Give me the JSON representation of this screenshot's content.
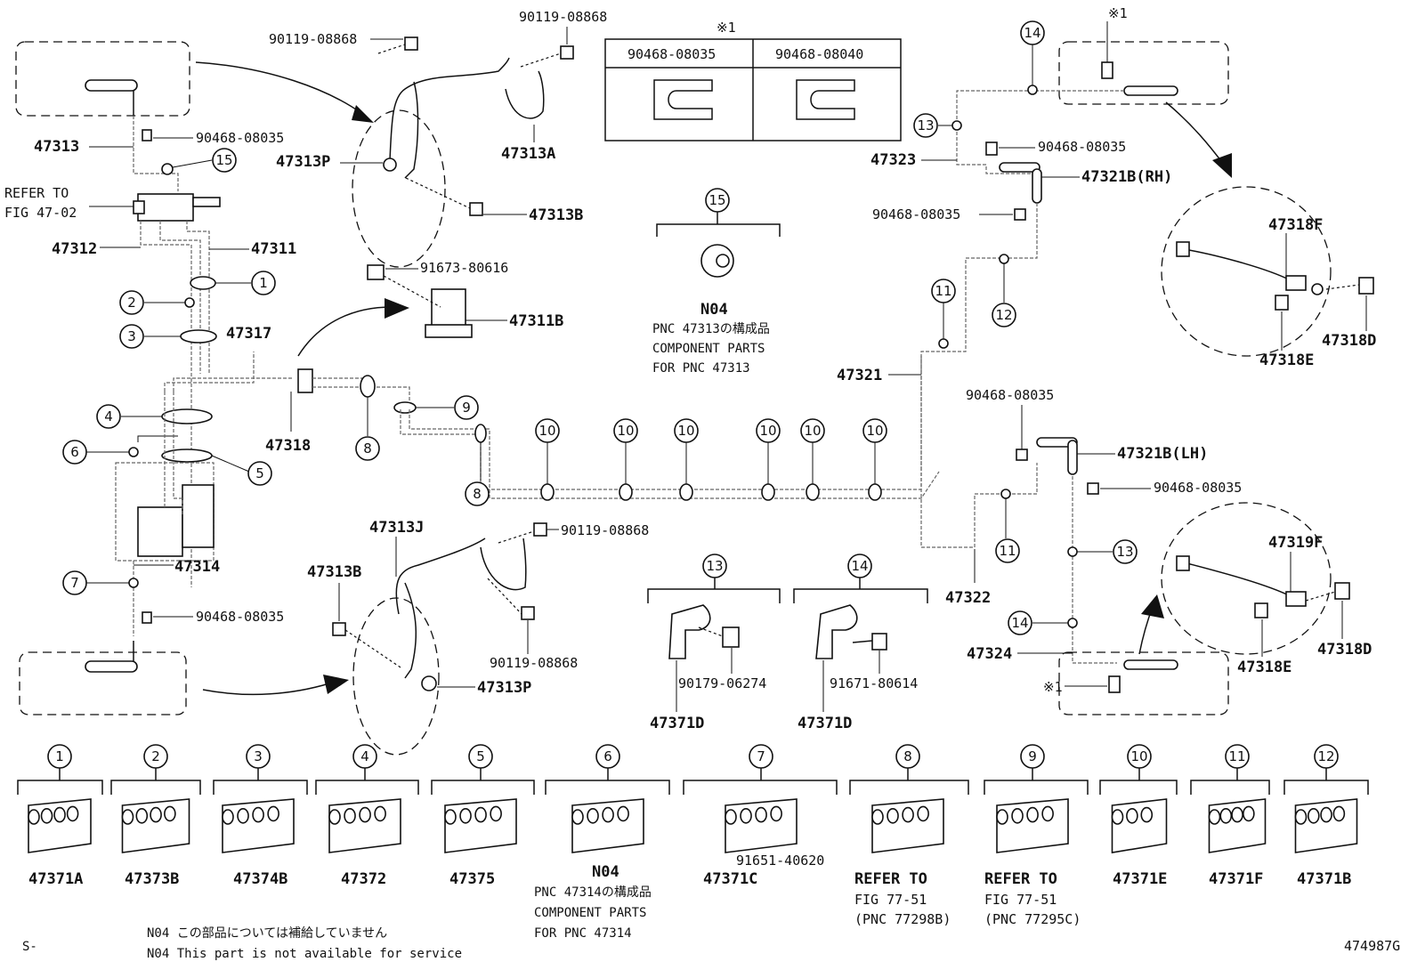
{
  "parts": {
    "p90119_08868_a": "90119-08868",
    "p90119_08868_b": "90119-08868",
    "p47313A": "47313A",
    "p47313P_top": "47313P",
    "p47313B_top": "47313B",
    "p47313": "47313",
    "p90468_08035_l1": "90468-08035",
    "refer_fig_47_02_line1": "REFER TO",
    "refer_fig_47_02_line2": "FIG 47-02",
    "p47312": "47312",
    "p47311": "47311",
    "p91673_80616": "91673-80616",
    "p47311B": "47311B",
    "p47317": "47317",
    "p47318": "47318",
    "p47314": "47314",
    "p90468_08035_l2": "90468-08035",
    "p47313J": "47313J",
    "p47313B_bot": "47313B",
    "p90119_08868_c": "90119-08868",
    "p90119_08868_d": "90119-08868",
    "p47313P_bot": "47313P",
    "p47323": "47323",
    "p90468_08035_r1": "90468-08035",
    "p47321B_RH": "47321B(RH)",
    "p90468_08035_r2": "90468-08035",
    "p47318F": "47318F",
    "p47318D_top": "47318D",
    "p47318E_top": "47318E",
    "p47321": "47321",
    "p90468_08035_r3": "90468-08035",
    "p47321B_LH": "47321B(LH)",
    "p90468_08035_r4": "90468-08035",
    "p47322": "47322",
    "p47324": "47324",
    "p47319F": "47319F",
    "p47318E_bot": "47318E",
    "p47318D_bot": "47318D",
    "p90179_06274": "90179-06274",
    "p91671_80614": "91671-80614",
    "p47371D_a": "47371D",
    "p47371D_b": "47371D",
    "asterisk_top": "※1",
    "asterisk_right_top": "※1",
    "asterisk_right_bottom": "※1"
  },
  "table": {
    "header_note": "※1",
    "col1": "90468-08035",
    "col2": "90468-08040"
  },
  "callout15": {
    "num": "15",
    "code": "N04",
    "line1": "PNC 47313の構成品",
    "line2": "COMPONENT PARTS",
    "line3": "FOR PNC 47313"
  },
  "callouts": {
    "c1": "1",
    "c2": "2",
    "c3": "3",
    "c4": "4",
    "c5": "5",
    "c6": "6",
    "c7": "7",
    "c8": "8",
    "c9": "9",
    "c10": "10",
    "c11": "11",
    "c12": "12",
    "c13": "13",
    "c14": "14",
    "c15": "15"
  },
  "bottom_row": [
    {
      "num": "1",
      "part": "47371A"
    },
    {
      "num": "2",
      "part": "47373B"
    },
    {
      "num": "3",
      "part": "47374B"
    },
    {
      "num": "4",
      "part": "47372"
    },
    {
      "num": "5",
      "part": "47375"
    },
    {
      "num": "6",
      "part": "N04"
    },
    {
      "num": "7",
      "part": "47371C"
    },
    {
      "num": "8",
      "part": "REFER TO"
    },
    {
      "num": "9",
      "part": "REFER TO"
    },
    {
      "num": "10",
      "part": "47371E"
    },
    {
      "num": "11",
      "part": "47371F"
    },
    {
      "num": "12",
      "part": "47371B"
    }
  ],
  "bottom_extra": {
    "p91651_40620": "91651-40620",
    "n04_line1": "PNC 47314の構成品",
    "n04_line2": "COMPONENT PARTS",
    "n04_line3": "FOR PNC 47314",
    "ref8_line2": "FIG 77-51",
    "ref8_line3": "(PNC 77298B)",
    "ref9_line2": "FIG 77-51",
    "ref9_line3": "(PNC 77295C)"
  },
  "footer": {
    "note_jp": "N04 この部品については補給していません",
    "note_en": "N04 This part is not available for service",
    "s_mark": "S-",
    "fig_id": "474987G"
  }
}
